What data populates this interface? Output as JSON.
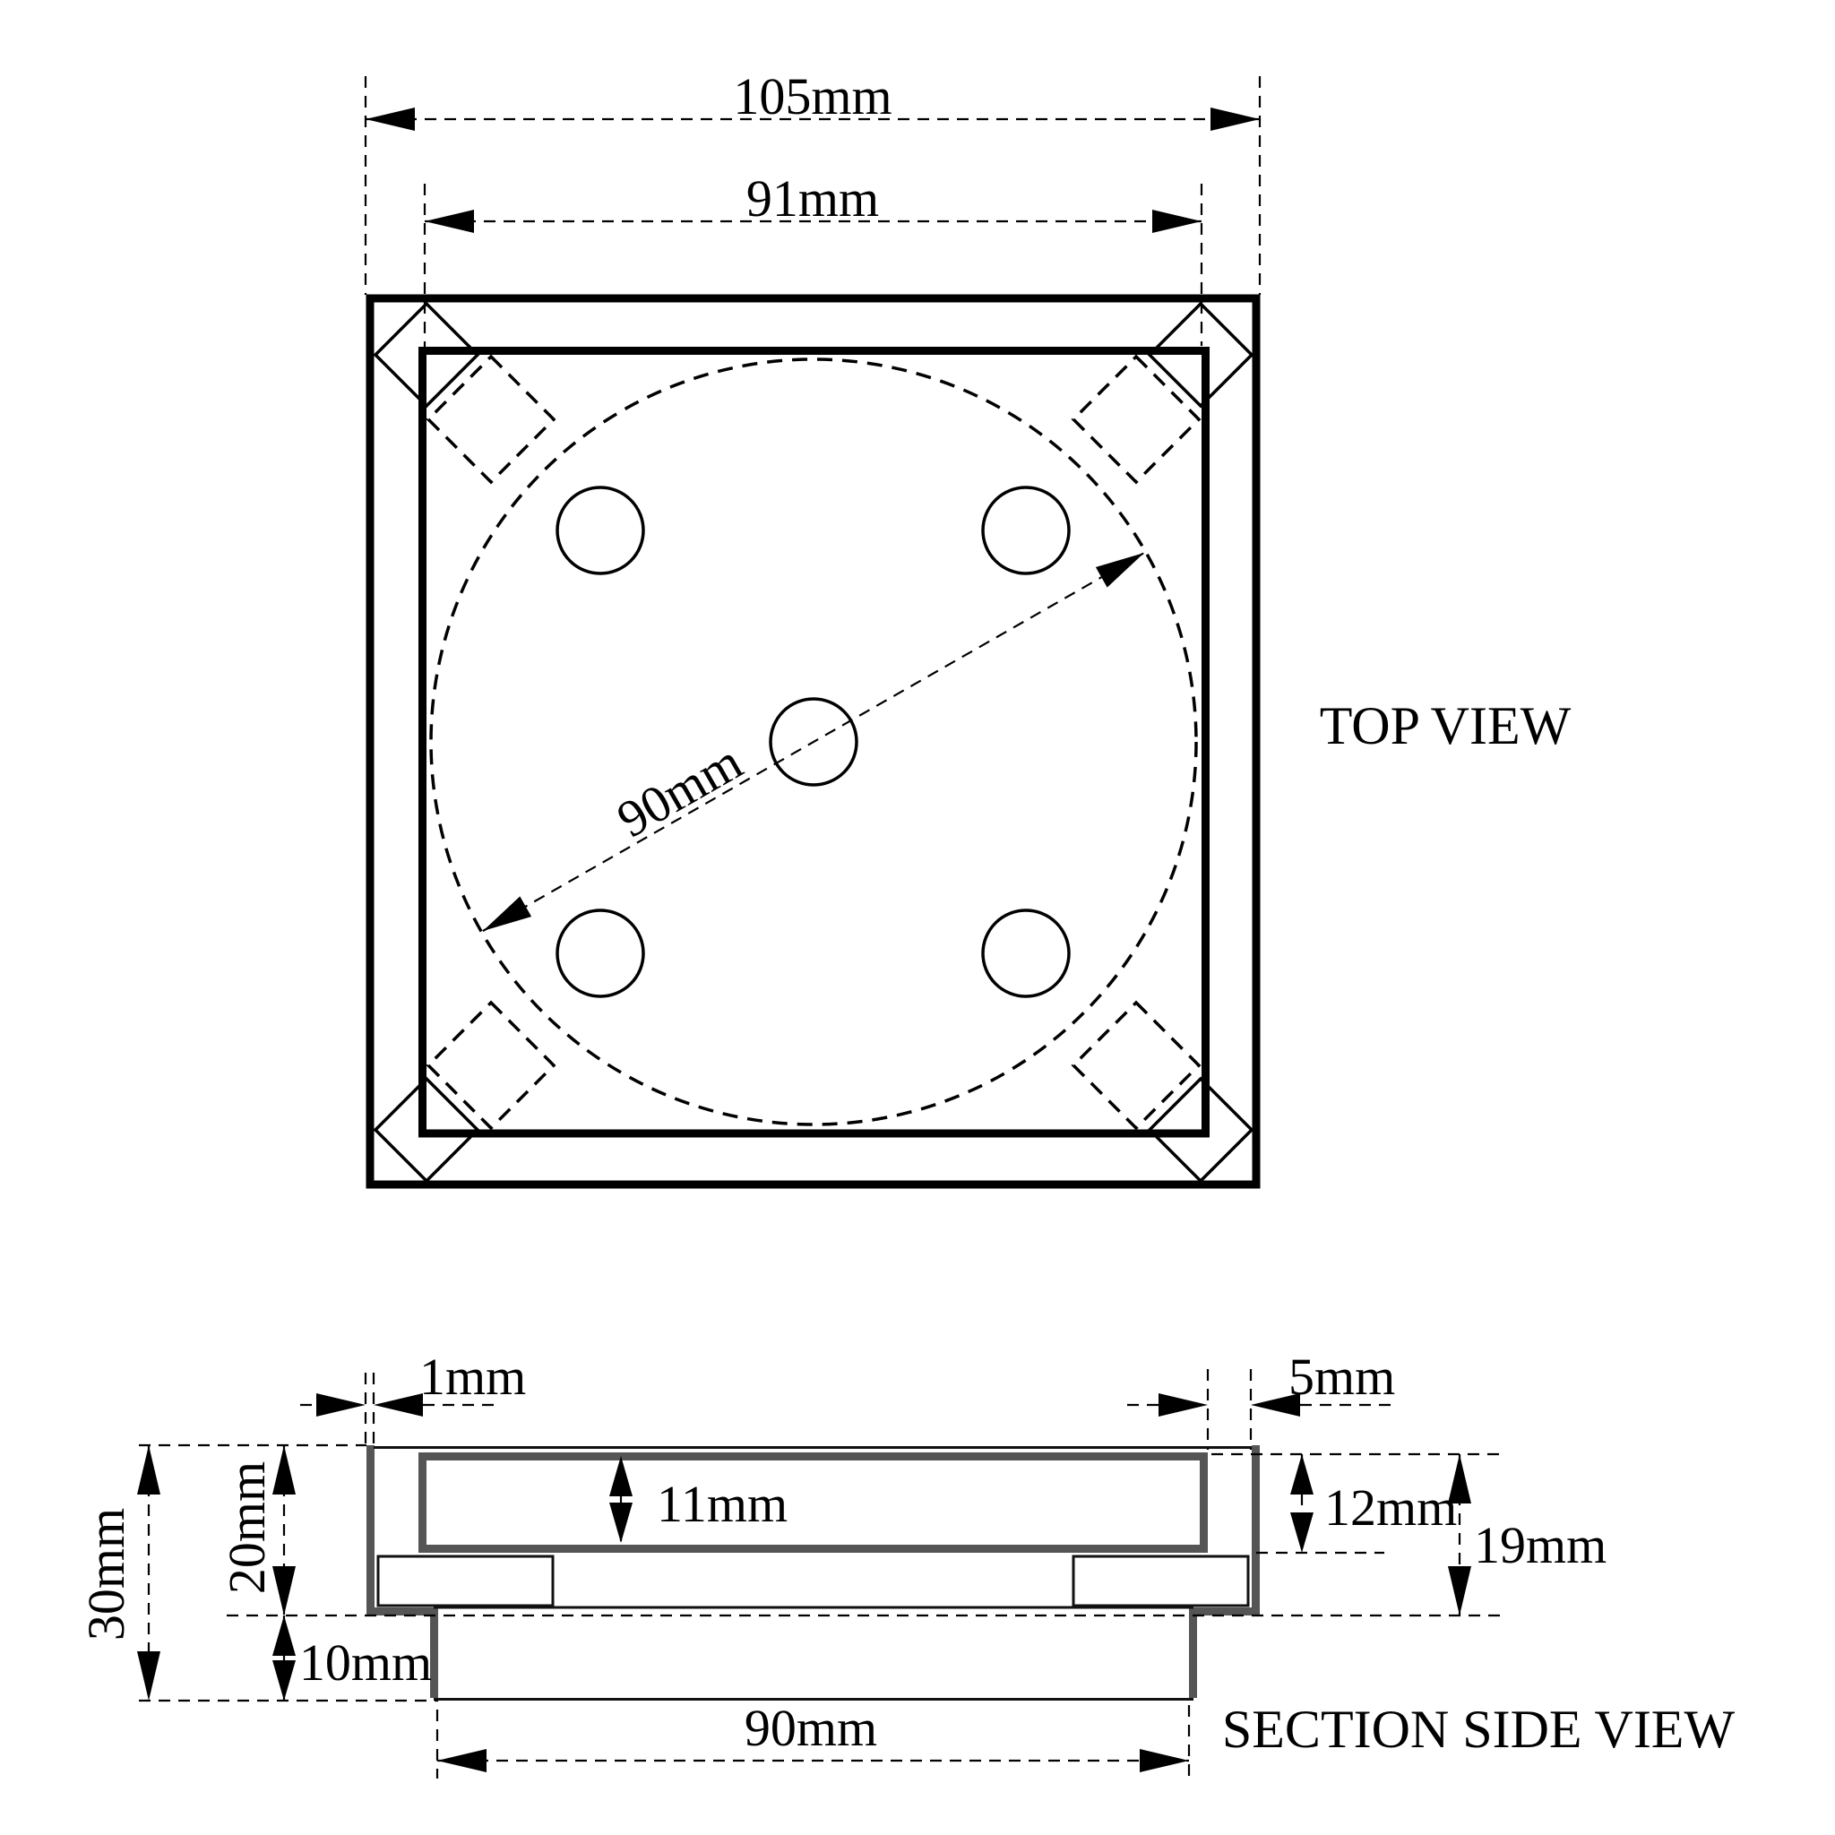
{
  "colors": {
    "line": "#000000",
    "tray": "#555555",
    "bg": "#ffffff"
  },
  "top_view": {
    "label": "TOP VIEW",
    "dim_outer_width": "105mm",
    "dim_inner_width": "91mm",
    "dim_circle_diameter": "90mm"
  },
  "section_view": {
    "label": "SECTION SIDE VIEW",
    "dim_wall_thickness": "1mm",
    "dim_rim_width": "5mm",
    "dim_cavity_depth": "11mm",
    "dim_recess_depth": "12mm",
    "dim_inner_height": "19mm",
    "dim_total_height": "30mm",
    "dim_upper_height": "20mm",
    "dim_base_height": "10mm",
    "dim_base_width": "90mm"
  }
}
